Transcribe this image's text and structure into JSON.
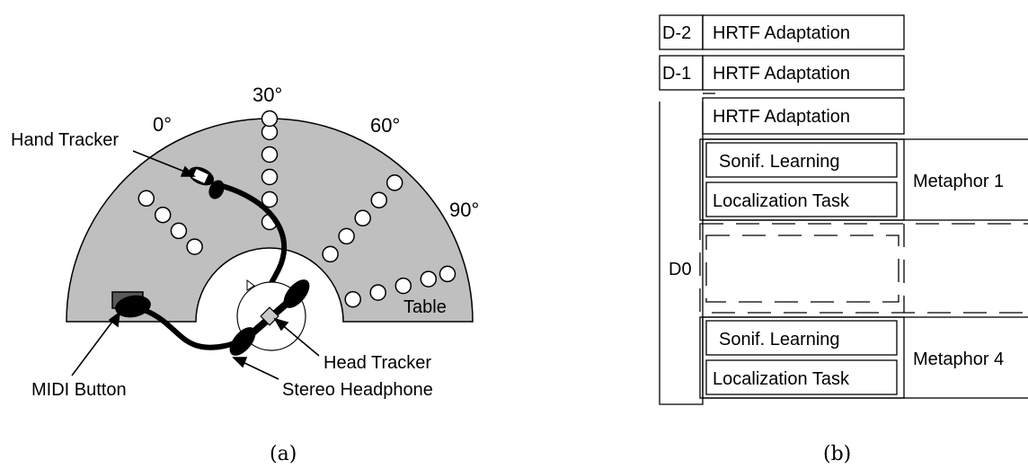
{
  "panel_a": {
    "angles": [
      "0°",
      "30°",
      "60°",
      "90°"
    ],
    "labels": {
      "hand_tracker": "Hand Tracker",
      "table": "Table",
      "head_tracker": "Head Tracker",
      "midi_button": "MIDI Button",
      "stereo_headphone": "Stereo Headphone"
    },
    "caption": "(a)"
  },
  "panel_b": {
    "days": [
      "D-2",
      "D-1",
      "D0"
    ],
    "hrtf": "HRTF Adaptation",
    "sonif": "Sonif. Learning",
    "localization": "Localization Task",
    "metaphors": [
      "Metaphor 1",
      "Metaphor 4"
    ],
    "caption": "(b)"
  },
  "colors": {
    "table_fill": "#bfbfbf",
    "tracker_fill": "#c8c8c8",
    "button_fill": "#595959"
  }
}
